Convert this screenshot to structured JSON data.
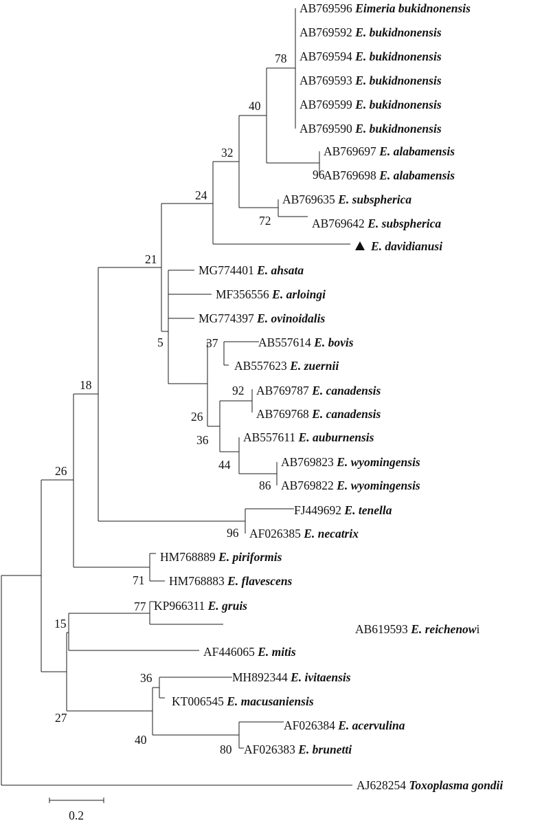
{
  "tree": {
    "taxa": [
      {
        "accession": "AB769596",
        "species": "Eimeria bukidnonensis"
      },
      {
        "accession": "AB769592",
        "species": "E. bukidnonensis"
      },
      {
        "accession": "AB769594",
        "species": "E. bukidnonensis"
      },
      {
        "accession": "AB769593",
        "species": "E. bukidnonensis"
      },
      {
        "accession": "AB769599",
        "species": "E. bukidnonensis"
      },
      {
        "accession": "AB769590",
        "species": "E. bukidnonensis"
      },
      {
        "accession": "AB769697",
        "species": "E. alabamensis"
      },
      {
        "accession": "AB769698",
        "species": "E. alabamensis"
      },
      {
        "accession": "AB769635",
        "species": "E. subspherica"
      },
      {
        "accession": "AB769642",
        "species": "E. subspherica"
      },
      {
        "accession": "",
        "species": "E. davidianusi",
        "marker": "▲"
      },
      {
        "accession": "MG774401",
        "species": "E. ahsata"
      },
      {
        "accession": "MF356556",
        "species": "E. arloingi"
      },
      {
        "accession": "MG774397",
        "species": "E. ovinoidalis"
      },
      {
        "accession": "AB557614",
        "species": "E. bovis"
      },
      {
        "accession": "AB557623",
        "species": "E. zuernii"
      },
      {
        "accession": "AB769787",
        "species": "E. canadensis"
      },
      {
        "accession": "AB769768",
        "species": "E. canadensis"
      },
      {
        "accession": "AB557611",
        "species": "E. auburnensis"
      },
      {
        "accession": "AB769823",
        "species": "E. wyomingensis"
      },
      {
        "accession": "AB769822",
        "species": "E. wyomingensis"
      },
      {
        "accession": "FJ449692",
        "species": "E. tenella"
      },
      {
        "accession": "AF026385",
        "species": "E. necatrix"
      },
      {
        "accession": "HM768889",
        "species": "E. piriformis"
      },
      {
        "accession": "HM768883",
        "species": "E. flavescens"
      },
      {
        "accession": "KP966311",
        "species": "E. gruis"
      },
      {
        "accession": "AB619593",
        "species": "E. reichenow",
        "tail": "i"
      },
      {
        "accession": "AF446065",
        "species": "E. mitis"
      },
      {
        "accession": "MH892344",
        "species": "E. ivitaensis"
      },
      {
        "accession": "KT006545",
        "species": "E. macusaniensis"
      },
      {
        "accession": "AF026384",
        "species": "E. acervulina"
      },
      {
        "accession": "AF026383",
        "species": "E. brunetti"
      },
      {
        "accession": "AJ628254",
        "species": "Toxoplasma gondii"
      }
    ],
    "supports": [
      "78",
      "40",
      "96",
      "32",
      "72",
      "24",
      "21",
      "5",
      "37",
      "92",
      "26",
      "36",
      "44",
      "86",
      "18",
      "96",
      "26",
      "71",
      "77",
      "15",
      "27",
      "36",
      "40",
      "80"
    ],
    "scale_bar": {
      "value": 0.2,
      "label": "0.2"
    }
  }
}
